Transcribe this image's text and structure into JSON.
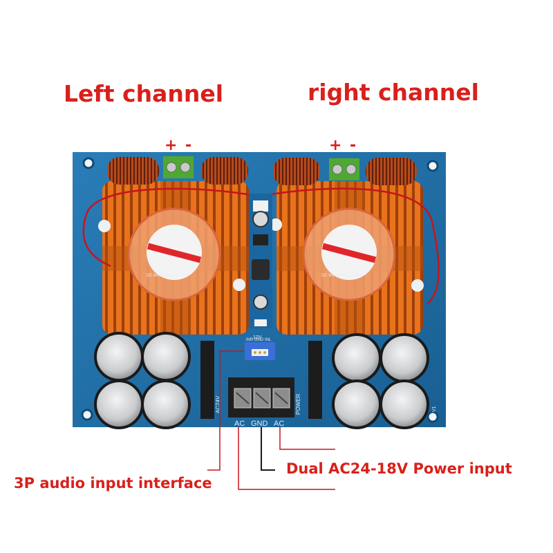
{
  "labels": {
    "left_channel": "Left channel",
    "right_channel": "right channel",
    "plus": "+",
    "minus": "-",
    "audio_input": "3P audio input interface",
    "power_input": "Dual AC24-18V Power input"
  },
  "silkscreen": {
    "terminal_left": "AC",
    "terminal_mid": "GND",
    "terminal_right": "AC",
    "side_left": "AC24V",
    "side_right": "POWER",
    "input_header": "INR GND INL",
    "fan_voltage": "12V",
    "fan_label": "DC BRUSHLESS FAN",
    "version": "V1"
  },
  "colors": {
    "label_red": "#d9201b",
    "pcb_blue": "#1d6fa8",
    "heatsink_orange": "#e8731c",
    "terminal_green": "#4fa832"
  }
}
